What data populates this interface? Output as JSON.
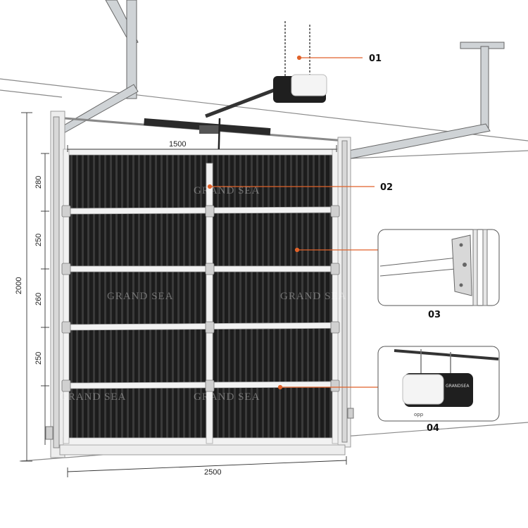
{
  "callouts": [
    {
      "id": "c01",
      "label": "01"
    },
    {
      "id": "c02",
      "label": "02"
    },
    {
      "id": "c03",
      "label": "03"
    },
    {
      "id": "c04",
      "label": "04"
    }
  ],
  "dimensions": {
    "width_top": "1500",
    "width_bottom": "2500",
    "height_total": "2000",
    "panel_heights": [
      "280",
      "250",
      "260",
      "250"
    ]
  },
  "watermark": {
    "brand": "GRAND SEA"
  },
  "detail_04": {
    "motor_label": "GRANDSEA",
    "small_note": "opp"
  },
  "colors": {
    "callout_line": "#e0622a",
    "panel_dark": "#1c1c1c",
    "frame_light": "#e9e9e9",
    "rail_grey": "#9a9a9a"
  }
}
